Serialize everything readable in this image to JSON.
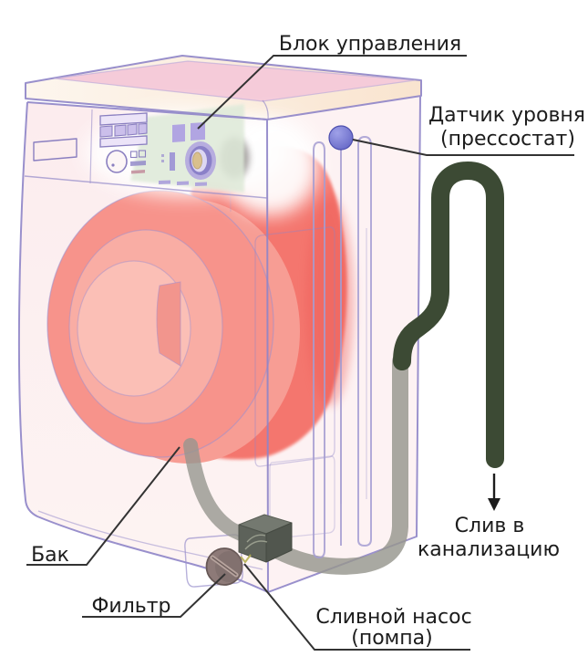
{
  "diagram": {
    "subject": "washing-machine-drain-system",
    "labels": {
      "control_unit": "Блок управления",
      "level_sensor_line1": "Датчик уровня",
      "level_sensor_line2": "(прессостат)",
      "tank": "Бак",
      "filter": "Фильтр",
      "drain_pump_line1": "Сливной насос",
      "drain_pump_line2": "(помпа)",
      "drain_sewer_line1": "Слив в",
      "drain_sewer_line2": "канализацию"
    },
    "colors": {
      "tank_red": "#f4736b",
      "hose_green": "#3c4a34",
      "hose_gray": "#96968e",
      "sensor_blue": "#5b5dc0",
      "panel_green": "#dfead9",
      "body_outline_purple": "#8f85c8",
      "leader_line": "#333333",
      "label_text": "#1c1c1c"
    }
  }
}
